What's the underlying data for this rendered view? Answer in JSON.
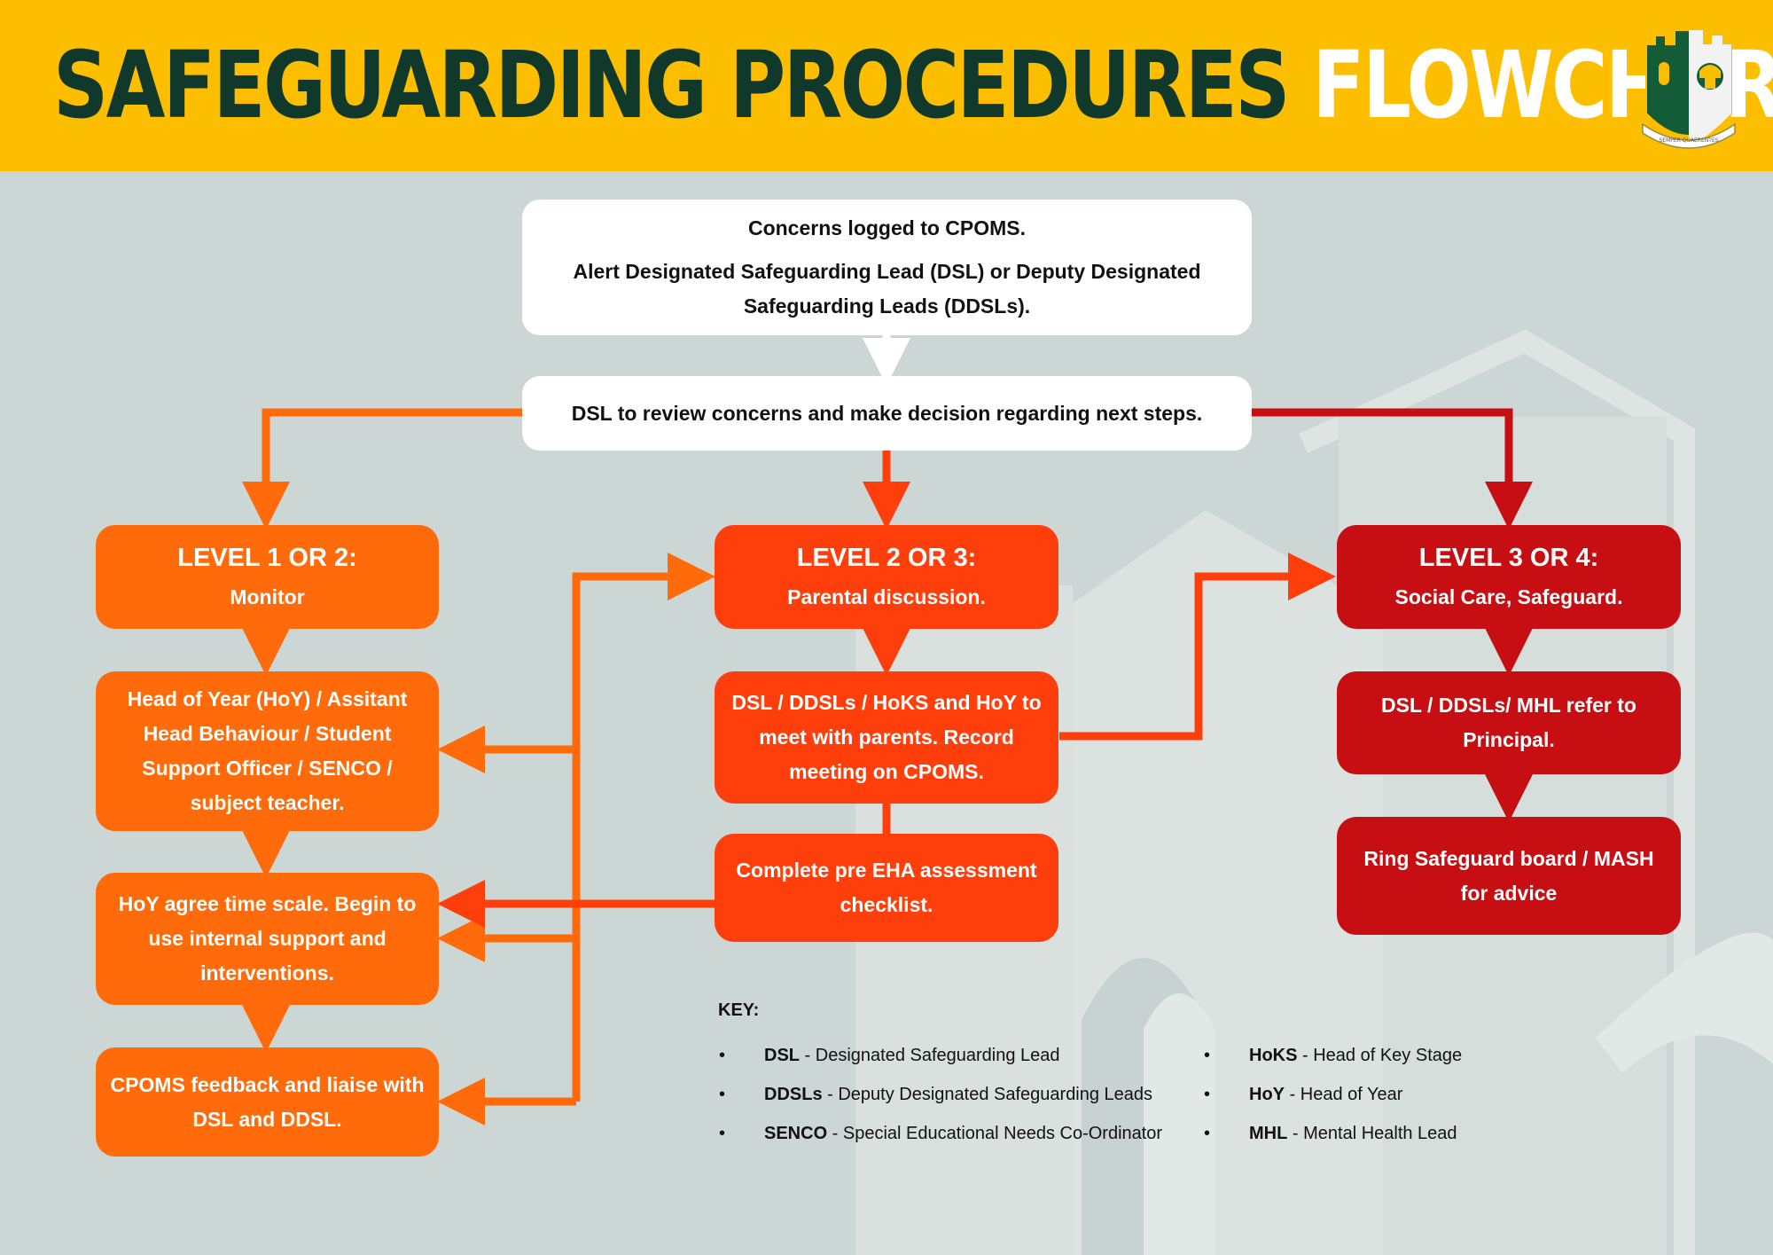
{
  "header": {
    "title_part1": "SAFEGUARDING PROCEDURES",
    "title_part2": "FLOWCHART",
    "crest_motto": "SEMPER QUAERENTES"
  },
  "colors": {
    "header_bg": "#fdbe00",
    "title_dark": "#10392b",
    "level1": "#ff6b0a",
    "level2": "#ff3f0b",
    "level3": "#c70e12",
    "page_bg": "#ccd6d4"
  },
  "flow": {
    "start": {
      "line1": "Concerns logged to CPOMS.",
      "line2": "Alert Designated Safeguarding Lead (DSL) or Deputy Designated Safeguarding Leads (DDSLs)."
    },
    "review": "DSL to review concerns and make decision regarding next steps.",
    "level1": {
      "heading": "LEVEL 1 OR 2:",
      "subheading": "Monitor",
      "steps": [
        "Head of Year (HoY) / Assitant Head Behaviour / Student Support Officer / SENCO / subject teacher.",
        "HoY agree time scale. Begin to use internal support and interventions.",
        "CPOMS feedback and liaise with DSL and DDSL."
      ]
    },
    "level2": {
      "heading": "LEVEL 2 OR 3:",
      "subheading": "Parental discussion.",
      "steps": [
        "DSL / DDSLs / HoKS and HoY to meet with parents. Record meeting on CPOMS.",
        "Complete pre EHA assessment checklist."
      ]
    },
    "level3": {
      "heading": "LEVEL 3 OR 4:",
      "subheading": "Social Care, Safeguard.",
      "steps": [
        "DSL / DDSLs/ MHL refer to Principal.",
        "Ring Safeguard board / MASH for advice"
      ]
    }
  },
  "key": {
    "title": "KEY:",
    "left": [
      {
        "abbr": "DSL",
        "meaning": " - Designated Safeguarding Lead"
      },
      {
        "abbr": "DDSLs",
        "meaning": " - Deputy Designated Safeguarding Leads"
      },
      {
        "abbr": "SENCO",
        "meaning": " - Special Educational Needs Co-Ordinator"
      }
    ],
    "right": [
      {
        "abbr": "HoKS",
        "meaning": " - Head of Key Stage"
      },
      {
        "abbr": "HoY",
        "meaning": " - Head of Year"
      },
      {
        "abbr": "MHL",
        "meaning": " - Mental Health Lead"
      }
    ]
  }
}
